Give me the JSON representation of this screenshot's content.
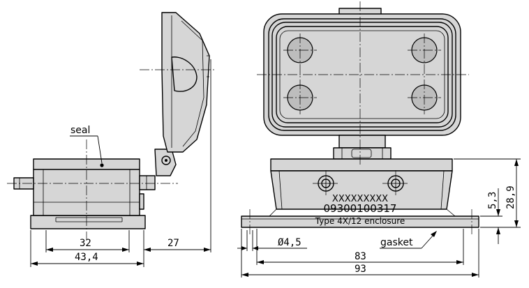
{
  "labels": {
    "seal": "seal",
    "gasket": "gasket"
  },
  "dimensions": {
    "d32": "32",
    "d43_4": "43,4",
    "d27": "27",
    "d4_5": "Ø4,5",
    "d83": "83",
    "d93": "93",
    "d5_3": "5,3",
    "d28_9": "28,9"
  },
  "marking": {
    "line1": "XXXXXXXXX",
    "line2": "09300100317",
    "line3": "Type 4X/12 enclosure"
  }
}
